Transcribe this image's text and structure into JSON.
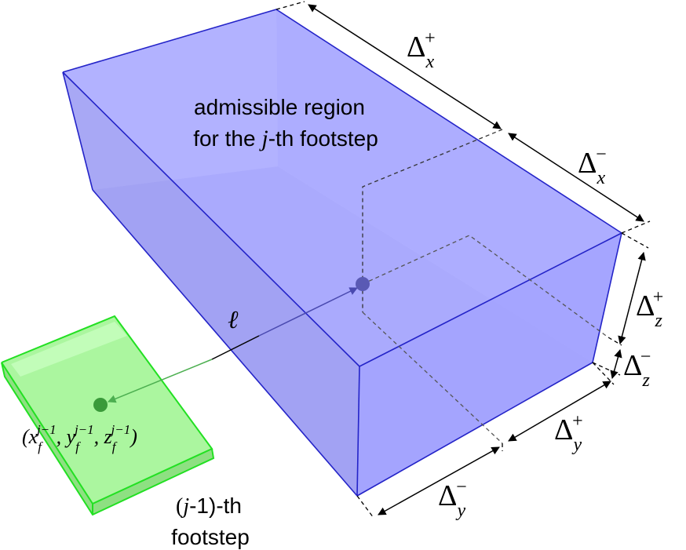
{
  "region_label_line1": "admissible region",
  "region_label_line2_pre": "for the ",
  "region_label_line2_var": "j",
  "region_label_line2_post": "-th footstep",
  "ell_label": "ℓ",
  "coord_label": {
    "open": "(",
    "x": "x",
    "y": "y",
    "z": "z",
    "sub": "f",
    "sup": "j−1",
    "sep": ", ",
    "close": ")"
  },
  "prev_label_line1_open": "(",
  "prev_label_line1_var": "j",
  "prev_label_line1_rest": "-1)-th",
  "prev_label_line2": "footstep",
  "deltas": {
    "delta": "Δ",
    "plus": "+",
    "minus": "−",
    "x": "x",
    "y": "y",
    "z": "z"
  },
  "colors": {
    "box_fill": "#a6a6ff",
    "box_edge": "#2424c8",
    "foot_fill": "#a6f59a",
    "foot_edge": "#22e022",
    "center_dot": "#5a5ab4",
    "foot_dot": "#3a9a3a"
  }
}
